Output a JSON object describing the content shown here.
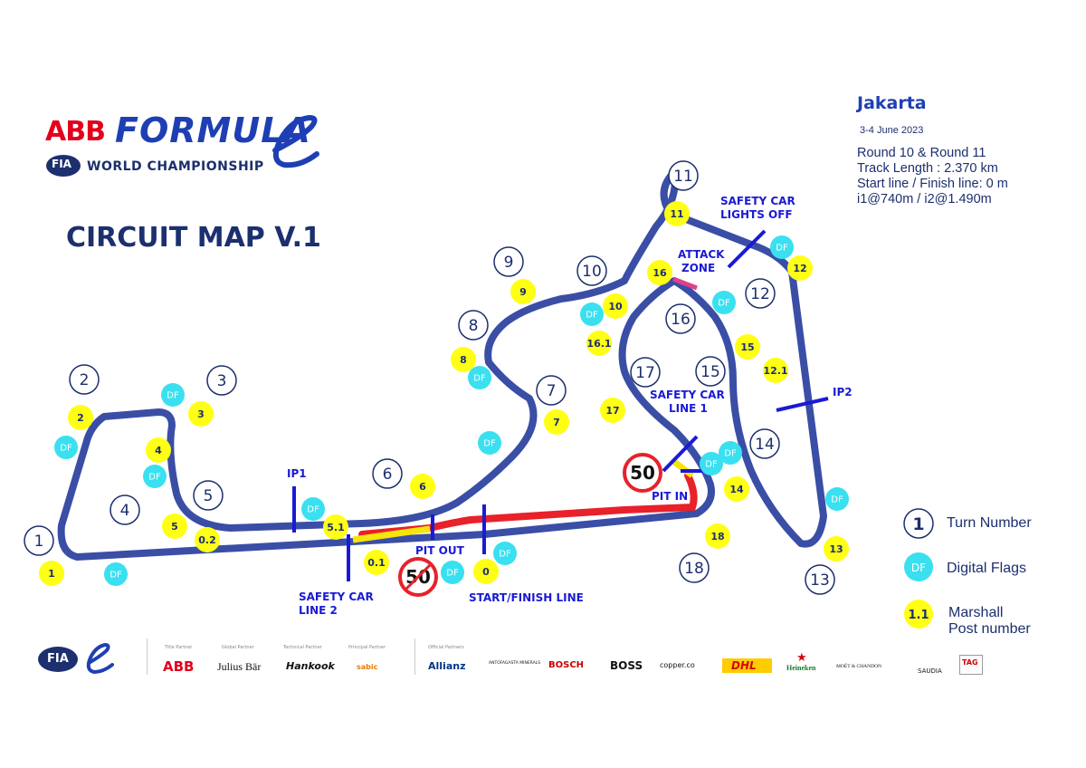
{
  "header": {
    "logo_abb": "ABB",
    "logo_formula": "FORMULA",
    "logo_fia": "FIA",
    "logo_championship": "WORLD CHAMPIONSHIP",
    "title": "CIRCUIT MAP V.1"
  },
  "event": {
    "city": "Jakarta",
    "dates": "3-4 June 2023",
    "rounds": "Round 10 & Round 11",
    "track_length": "Track Length : 2.370 km",
    "start_finish": "Start line / Finish line: 0 m",
    "intermediates": "i1@740m / i2@1.490m"
  },
  "colors": {
    "track": "#3a4ea6",
    "pit_lane": "#e8212a",
    "pit_yellow": "#f5e50a",
    "marker_blue": "#1a1ad6",
    "attack_zone": "#e0408a",
    "marshal": "#ffff14",
    "digital_flag": "#3ae0f0",
    "text_dark": "#1c2f6e"
  },
  "map": {
    "labels": {
      "safety_car_lights_off": [
        "SAFETY CAR",
        "LIGHTS OFF"
      ],
      "attack_zone": [
        "ATTACK",
        "ZONE"
      ],
      "ip1": "IP1",
      "ip2": "IP2",
      "safety_car_line_1": [
        "SAFETY CAR",
        "LINE 1"
      ],
      "safety_car_line_2": [
        "SAFETY CAR",
        "LINE 2"
      ],
      "pit_in": "PIT IN",
      "pit_out": "PIT OUT",
      "start_finish_line": "START/FINISH LINE",
      "speed_limit": "50"
    },
    "turns": [
      "1",
      "2",
      "3",
      "4",
      "5",
      "6",
      "7",
      "8",
      "9",
      "10",
      "11",
      "12",
      "13",
      "14",
      "15",
      "16",
      "17",
      "18"
    ],
    "marshal_posts": [
      "1",
      "2",
      "3",
      "4",
      "5",
      "0.2",
      "5.1",
      "0.1",
      "0",
      "6",
      "7",
      "8",
      "9",
      "10",
      "16.1",
      "11",
      "12",
      "12.1",
      "13",
      "14",
      "15",
      "16",
      "17",
      "18"
    ],
    "digital_flag_label": "DF"
  },
  "legend": {
    "turn_symbol": "1",
    "turn_label": "Turn Number",
    "flag_symbol": "DF",
    "flag_label": "Digital Flags",
    "marshal_symbol": "1.1",
    "marshal_label_1": "Marshall",
    "marshal_label_2": "Post number"
  },
  "partners": {
    "cap_title": "Title Partner",
    "cap_global": "Global Partner",
    "cap_technical": "Technical Partner",
    "cap_principal": "Principal Partner",
    "cap_official": "Official Partners",
    "list": [
      "ABB",
      "Julius Bär",
      "Hankook",
      "sabic",
      "Allianz",
      "ANTOFAGASTA MINERALS",
      "BOSCH",
      "BOSS",
      "copper.co",
      "DHL",
      "Heineken",
      "MOËT & CHANDON",
      "SAUDIA",
      "TAG"
    ]
  }
}
